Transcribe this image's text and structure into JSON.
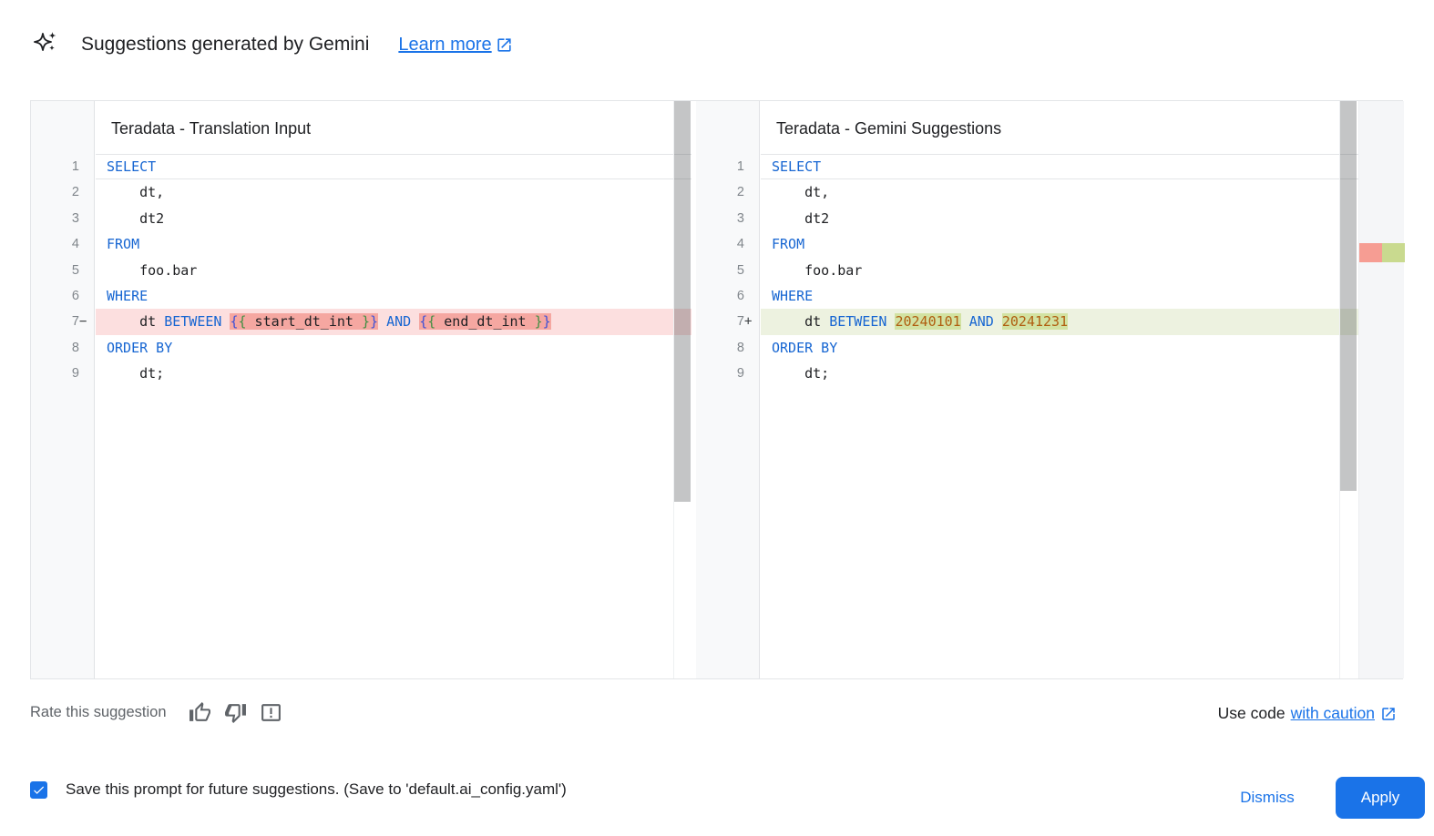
{
  "header": {
    "icon": "gemini-spark",
    "title": "Suggestions generated by Gemini",
    "learn_more_label": "Learn more"
  },
  "diff": {
    "left": {
      "title": "Teradata - Translation Input",
      "lines": [
        {
          "n": "1",
          "current": true,
          "tokens": [
            [
              "kw",
              "SELECT"
            ]
          ]
        },
        {
          "n": "2",
          "tokens": [
            [
              "pl",
              "    dt,"
            ]
          ]
        },
        {
          "n": "3",
          "tokens": [
            [
              "pl",
              "    dt2"
            ]
          ]
        },
        {
          "n": "4",
          "tokens": [
            [
              "kw",
              "FROM"
            ]
          ]
        },
        {
          "n": "5",
          "tokens": [
            [
              "pl",
              "    foo.bar"
            ]
          ]
        },
        {
          "n": "6",
          "tokens": [
            [
              "kw",
              "WHERE"
            ]
          ]
        },
        {
          "n": "7",
          "sign": "−",
          "change": "removed",
          "tokens": [
            [
              "pl",
              "    dt "
            ],
            [
              "kw",
              "BETWEEN"
            ],
            [
              "pl",
              " "
            ],
            [
              "brb",
              "{",
              "h"
            ],
            [
              "brg",
              "{",
              "h"
            ],
            [
              "pl",
              " start_dt_int ",
              "h"
            ],
            [
              "brg",
              "}",
              "h"
            ],
            [
              "brb",
              "}",
              "h"
            ],
            [
              "pl",
              " "
            ],
            [
              "kw",
              "AND"
            ],
            [
              "pl",
              " "
            ],
            [
              "brb",
              "{",
              "h"
            ],
            [
              "brg",
              "{",
              "h"
            ],
            [
              "pl",
              " end_dt_int ",
              "h"
            ],
            [
              "brg",
              "}",
              "h"
            ],
            [
              "brb",
              "}",
              "h"
            ]
          ]
        },
        {
          "n": "8",
          "tokens": [
            [
              "kw",
              "ORDER BY"
            ]
          ]
        },
        {
          "n": "9",
          "tokens": [
            [
              "pl",
              "    dt;"
            ]
          ]
        }
      ]
    },
    "right": {
      "title": "Teradata - Gemini Suggestions",
      "lines": [
        {
          "n": "1",
          "current": true,
          "tokens": [
            [
              "kw",
              "SELECT"
            ]
          ]
        },
        {
          "n": "2",
          "tokens": [
            [
              "pl",
              "    dt,"
            ]
          ]
        },
        {
          "n": "3",
          "tokens": [
            [
              "pl",
              "    dt2"
            ]
          ]
        },
        {
          "n": "4",
          "tokens": [
            [
              "kw",
              "FROM"
            ]
          ]
        },
        {
          "n": "5",
          "tokens": [
            [
              "pl",
              "    foo.bar"
            ]
          ]
        },
        {
          "n": "6",
          "tokens": [
            [
              "kw",
              "WHERE"
            ]
          ]
        },
        {
          "n": "7",
          "sign": "+",
          "change": "added",
          "tokens": [
            [
              "pl",
              "    dt "
            ],
            [
              "kw",
              "BETWEEN"
            ],
            [
              "pl",
              " "
            ],
            [
              "num",
              "20240101",
              "h"
            ],
            [
              "pl",
              " "
            ],
            [
              "kw",
              "AND"
            ],
            [
              "pl",
              " "
            ],
            [
              "num",
              "20241231",
              "h"
            ]
          ]
        },
        {
          "n": "8",
          "tokens": [
            [
              "kw",
              "ORDER BY"
            ]
          ]
        },
        {
          "n": "9",
          "tokens": [
            [
              "pl",
              "    dt;"
            ]
          ]
        }
      ]
    }
  },
  "footer": {
    "rate_label": "Rate this suggestion",
    "rate_icons": [
      "thumbs-up",
      "thumbs-down",
      "feedback"
    ],
    "use_code_prefix": "Use code",
    "use_code_link_label": "with caution"
  },
  "bottom_bar": {
    "checkbox_checked": true,
    "save_label": "Save this prompt for future suggestions. (Save to 'default.ai_config.yaml')",
    "dismiss_label": "Dismiss",
    "apply_label": "Apply"
  },
  "colors": {
    "accent_blue": "#1a73e8",
    "keyword_blue": "#1766d2",
    "number_orange": "#b05e10",
    "brace_blue": "#3d50d7",
    "brace_green": "#3f8f42",
    "removed_line_bg": "#fcdfdf",
    "removed_token_bg": "#f5a7a1",
    "added_line_bg": "#edf2e0",
    "added_token_bg": "#d2e2a2",
    "ruler_removed": "#f69d93",
    "ruler_added": "#c9da8f"
  }
}
